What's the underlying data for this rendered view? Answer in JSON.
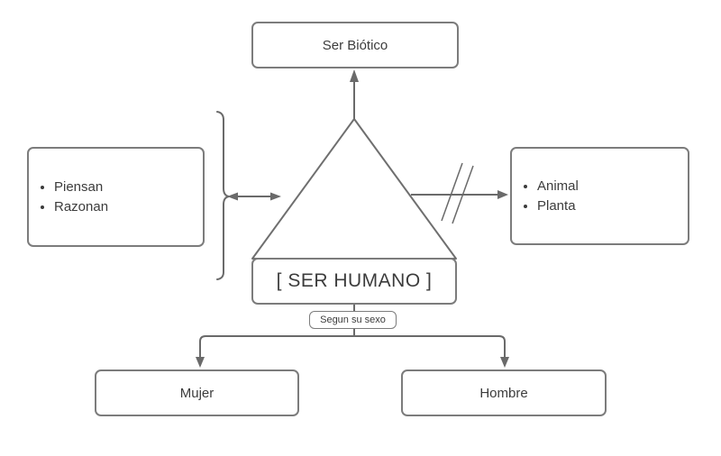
{
  "palette": {
    "background": "#ffffff",
    "line_color": "#6a6a6a",
    "box_border_color": "#7c7c7c",
    "text_color": "#3c3c3c"
  },
  "nodes": {
    "ser_biotico": {
      "label": "Ser Biótico"
    },
    "traits": {
      "items": [
        "Piensan",
        "Razonan"
      ]
    },
    "other_beings": {
      "items": [
        "Animal",
        "Planta"
      ]
    },
    "ser_humano": {
      "label": "[ SER HUMANO ]"
    },
    "segun_sexo": {
      "label": "Segun su sexo"
    },
    "mujer": {
      "label": "Mujer"
    },
    "hombre": {
      "label": "Hombre"
    }
  }
}
